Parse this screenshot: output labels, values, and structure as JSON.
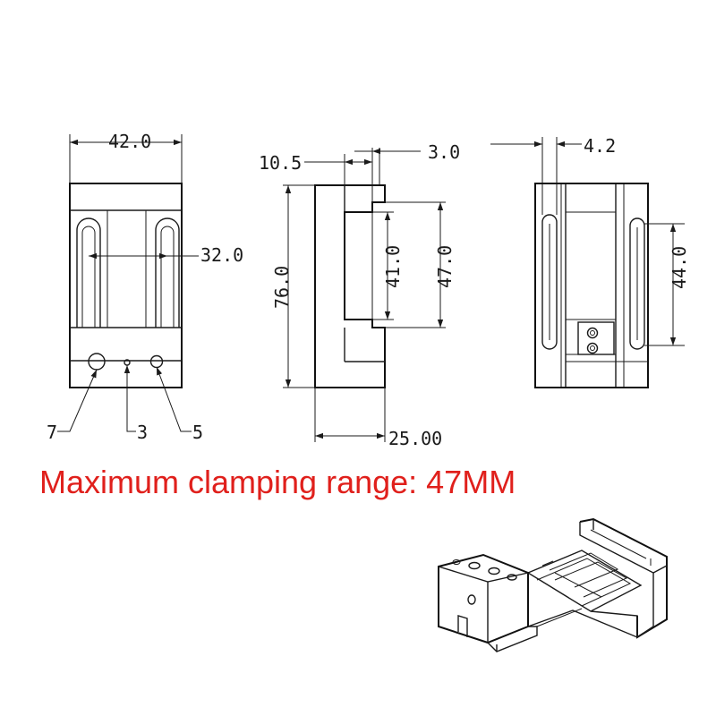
{
  "headline": "Maximum clamping range: 47MM",
  "headline_color": "#e0201c",
  "front_view": {
    "width_dim": "42.0",
    "slot_span_dim": "32.0",
    "callouts": [
      "7",
      "3",
      "5"
    ]
  },
  "side_view": {
    "dim_step": "10.5",
    "dim_lip": "3.0",
    "dim_height": "76.0",
    "dim_inner": "41.0",
    "dim_clamp": "47.0",
    "dim_depth": "25.00"
  },
  "rear_view": {
    "dim_slot_width": "4.2",
    "dim_slot_length": "44.0"
  }
}
